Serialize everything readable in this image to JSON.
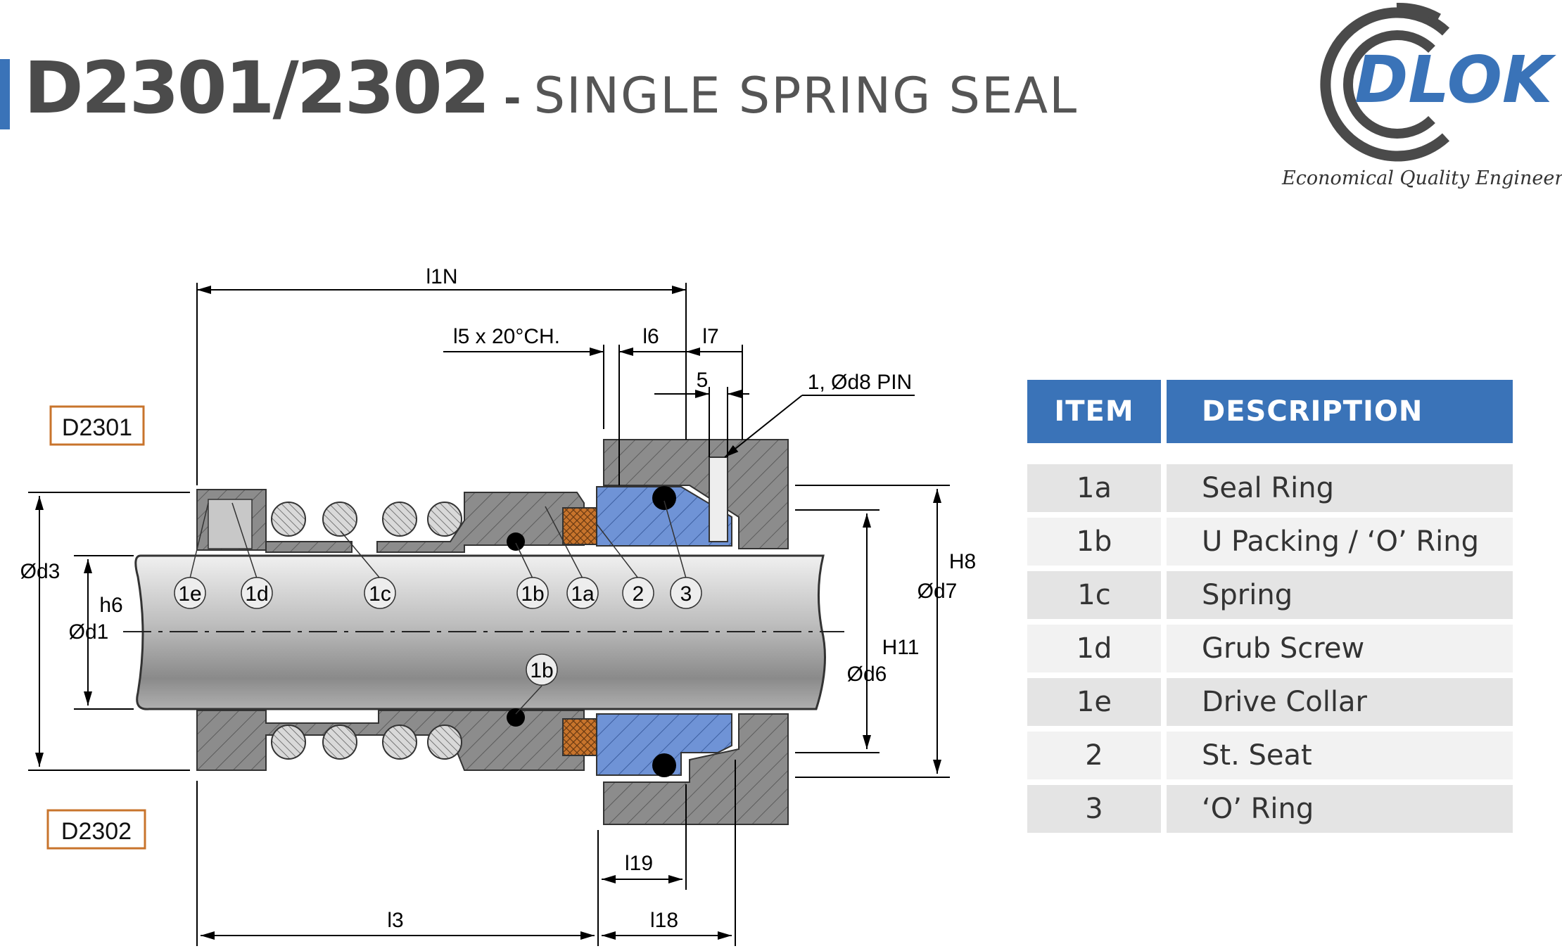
{
  "header": {
    "model": "D2301/2302",
    "separator": "-",
    "subtitle": "SINGLE SPRING SEAL"
  },
  "logo": {
    "brand": "DLOK",
    "tagline": "Economical Quality Engineering",
    "color": "#3a73b8"
  },
  "drawing": {
    "variant_top": "D2301",
    "variant_bottom": "D2302",
    "dimensions": {
      "l1n": "l1N",
      "l5": "l5 x 20°CH.",
      "l6": "l6",
      "l7": "l7",
      "five": "5",
      "pin": "1, Ød8 PIN",
      "d3": "Ød3",
      "h6": "h6",
      "d1": "Ød1",
      "h8": "H8",
      "d7": "Ød7",
      "h11": "H11",
      "d6": "Ød6",
      "l19": "l19",
      "l3": "l3",
      "l18": "l18"
    },
    "callouts": {
      "c1e": "1e",
      "c1d": "1d",
      "c1c": "1c",
      "c1b": "1b",
      "c1a": "1a",
      "c2": "2",
      "c3": "3",
      "c1b_lower": "1b"
    },
    "colors": {
      "metal": "#8c8c8c",
      "seat": "#6f93d6",
      "seal_ring": "#c8742c",
      "shaft": "#bdbdbd",
      "accent": "#3a73b8",
      "variant_box": "#c8742c"
    }
  },
  "table": {
    "headers": {
      "item": "ITEM",
      "description": "DESCRIPTION"
    },
    "rows": [
      {
        "item": "1a",
        "description": "Seal Ring"
      },
      {
        "item": "1b",
        "description": "U Packing / ‘O’ Ring"
      },
      {
        "item": "1c",
        "description": "Spring"
      },
      {
        "item": "1d",
        "description": "Grub Screw"
      },
      {
        "item": "1e",
        "description": "Drive Collar"
      },
      {
        "item": "2",
        "description": "St. Seat"
      },
      {
        "item": "3",
        "description": "‘O’ Ring"
      }
    ]
  }
}
